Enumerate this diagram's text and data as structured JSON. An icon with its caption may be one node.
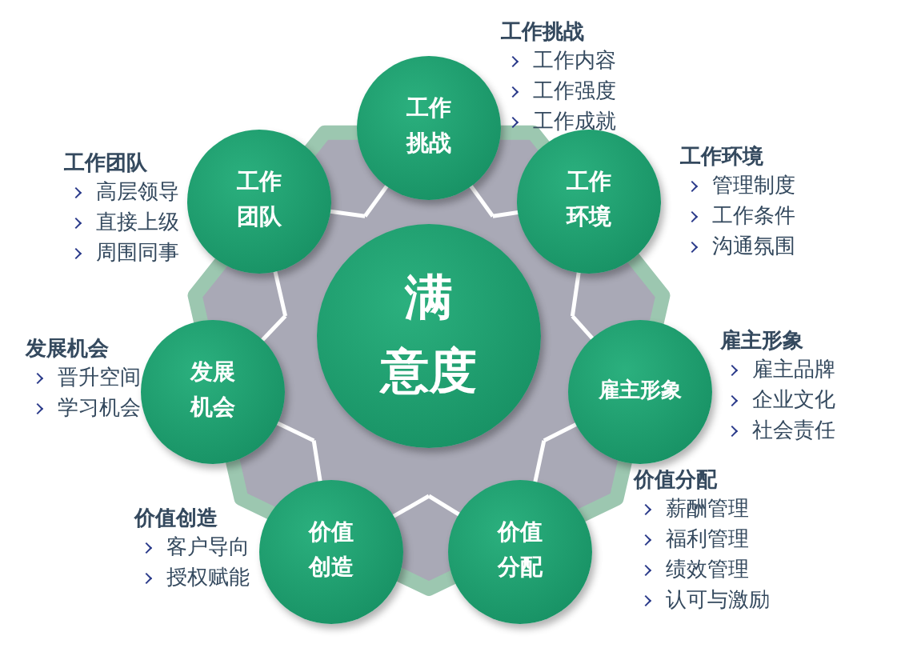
{
  "diagram": {
    "nodes": [
      {
        "text": [
          "满意度"
        ],
        "in": 8
      },
      {
        "text": [
          "工作挑战"
        ],
        "beside": [
          "工作挑战",
          "工作内容",
          "工作强度",
          "工作成就"
        ]
      },
      {
        "text": [
          "工作环境"
        ],
        "beside": [
          "工作环境",
          "管理制度",
          "工作条件",
          "沟通氛围"
        ]
      },
      {
        "text": [
          "雇主形象"
        ],
        "beside": [
          "雇主形象",
          "雇主品牌",
          "企业文化",
          "社会责任"
        ]
      },
      {
        "text": [
          "价值分配"
        ],
        "beside": [
          "价值分配",
          "薪酬管理",
          "福利管理",
          "绩效管理",
          "认可与激励"
        ]
      },
      {
        "text": [
          "价值创造"
        ],
        "beside": [
          "价值创造",
          "客户导向",
          "授权赋能"
        ]
      },
      {
        "text": [
          "发展机会"
        ],
        "beside": [
          "发展机会",
          "晋升空间",
          "学习机会"
        ]
      },
      {
        "text": [
          "工作团队"
        ],
        "beside": [
          "工作团队",
          "高层领导",
          "直接上级",
          "周围同事"
        ]
      },
      {
        "text": [],
        "shape": "heptagon"
      }
    ]
  }
}
